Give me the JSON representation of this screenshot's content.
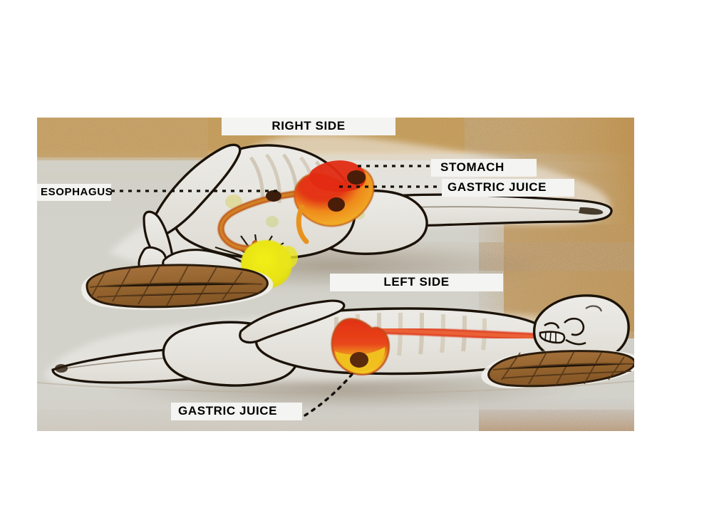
{
  "page": {
    "background_color": "#ffffff",
    "title": "Sleeping position and gastric juice reflux diagram"
  },
  "diagram": {
    "background_top_color": "#cfa96a",
    "background_bottom_color": "#cdcdc6",
    "sand_texture_color": "#d4ab70",
    "body_outline_color": "#1b1207",
    "body_fill_color": "#e7e6e2",
    "esophagus_color": "#c1601e",
    "stomach_red_color": "#e02a12",
    "stomach_orange_color": "#eea42a",
    "gastric_juice_color": "#f4c21f",
    "bile_yellow_color": "#e8e41a",
    "pillow_color": "#9a6a37",
    "leader_line_color": "#1a1208"
  },
  "labels": {
    "right_side": "RIGHT SIDE",
    "left_side": "LEFT SIDE",
    "esophagus": "ESOPHAGUS",
    "stomach": "STOMACH",
    "gastric_juice_top": "GASTRIC JUICE",
    "gastric_juice_bottom": "GASTRIC JUICE"
  },
  "figures": [
    {
      "name": "right-side-sleeper",
      "position_label": "RIGHT SIDE",
      "callouts": [
        "ESOPHAGUS",
        "STOMACH",
        "GASTRIC JUICE"
      ]
    },
    {
      "name": "left-side-sleeper",
      "position_label": "LEFT SIDE",
      "callouts": [
        "GASTRIC JUICE"
      ]
    }
  ]
}
